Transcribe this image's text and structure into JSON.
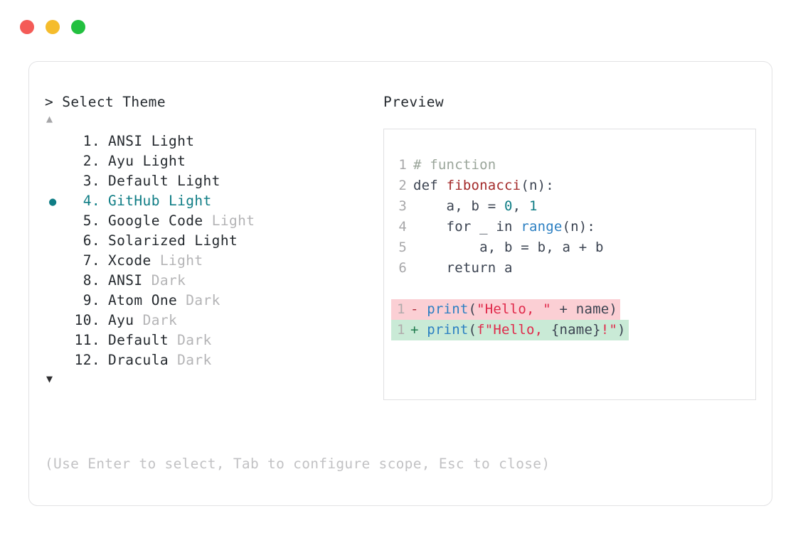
{
  "window": {
    "dots": [
      {
        "name": "close",
        "color": "#f45b57"
      },
      {
        "name": "minimize",
        "color": "#f5bc2c"
      },
      {
        "name": "maximize",
        "color": "#22c03f"
      }
    ]
  },
  "selector": {
    "prompt": "> Select Theme",
    "scroll_up_icon": "▲",
    "scroll_down_icon": "▼",
    "selected_index": 4,
    "bullet": "●",
    "accent_color": "#0f7d85",
    "items": [
      {
        "num": " 1.",
        "name": "ANSI",
        "suffix": "Light",
        "dim_suffix": false,
        "selected": false
      },
      {
        "num": " 2.",
        "name": "Ayu",
        "suffix": "Light",
        "dim_suffix": false,
        "selected": false
      },
      {
        "num": " 3.",
        "name": "Default",
        "suffix": "Light",
        "dim_suffix": false,
        "selected": false
      },
      {
        "num": " 4.",
        "name": "GitHub",
        "suffix": "Light",
        "dim_suffix": false,
        "selected": true
      },
      {
        "num": " 5.",
        "name": "Google Code",
        "suffix": "Light",
        "dim_suffix": true,
        "selected": false
      },
      {
        "num": " 6.",
        "name": "Solarized",
        "suffix": "Light",
        "dim_suffix": false,
        "selected": false
      },
      {
        "num": " 7.",
        "name": "Xcode",
        "suffix": "Light",
        "dim_suffix": true,
        "selected": false
      },
      {
        "num": " 8.",
        "name": "ANSI",
        "suffix": "Dark",
        "dim_suffix": true,
        "selected": false
      },
      {
        "num": " 9.",
        "name": "Atom One",
        "suffix": "Dark",
        "dim_suffix": true,
        "selected": false
      },
      {
        "num": "10.",
        "name": "Ayu",
        "suffix": "Dark",
        "dim_suffix": true,
        "selected": false
      },
      {
        "num": "11.",
        "name": "Default",
        "suffix": "Dark",
        "dim_suffix": true,
        "selected": false
      },
      {
        "num": "12.",
        "name": "Dracula",
        "suffix": "Dark",
        "dim_suffix": true,
        "selected": false
      }
    ],
    "hint": "(Use Enter to select, Tab to configure scope, Esc to close)"
  },
  "preview": {
    "label": "Preview",
    "code_lines": [
      {
        "n": "1",
        "tokens": [
          {
            "t": "# function",
            "c": "comment"
          }
        ]
      },
      {
        "n": "2",
        "tokens": [
          {
            "t": "def ",
            "c": "kw"
          },
          {
            "t": "fibonacci",
            "c": "fn"
          },
          {
            "t": "(n):",
            "c": "punct"
          }
        ]
      },
      {
        "n": "3",
        "tokens": [
          {
            "t": "    a, b = ",
            "c": "plain"
          },
          {
            "t": "0",
            "c": "num"
          },
          {
            "t": ", ",
            "c": "plain"
          },
          {
            "t": "1",
            "c": "num"
          }
        ]
      },
      {
        "n": "4",
        "tokens": [
          {
            "t": "    for _ in ",
            "c": "plain"
          },
          {
            "t": "range",
            "c": "builtin"
          },
          {
            "t": "(n):",
            "c": "punct"
          }
        ]
      },
      {
        "n": "5",
        "tokens": [
          {
            "t": "        a, b = b, a + b",
            "c": "plain"
          }
        ]
      },
      {
        "n": "6",
        "tokens": [
          {
            "t": "    return a",
            "c": "plain"
          }
        ]
      }
    ],
    "diff_lines": [
      {
        "n": "1",
        "marker": "-",
        "kind": "del",
        "tokens": [
          {
            "t": "print",
            "c": "builtin"
          },
          {
            "t": "(",
            "c": "punct"
          },
          {
            "t": "\"Hello, \"",
            "c": "str"
          },
          {
            "t": " + name)",
            "c": "plain"
          }
        ]
      },
      {
        "n": "1",
        "marker": "+",
        "kind": "add",
        "tokens": [
          {
            "t": "print",
            "c": "builtin"
          },
          {
            "t": "(",
            "c": "punct"
          },
          {
            "t": "f\"Hello, ",
            "c": "str"
          },
          {
            "t": "{name}",
            "c": "plain"
          },
          {
            "t": "!\"",
            "c": "str"
          },
          {
            "t": ")",
            "c": "punct"
          }
        ]
      }
    ],
    "diff_del_bg": "#fbcfd4",
    "diff_add_bg": "#c9ead6"
  }
}
